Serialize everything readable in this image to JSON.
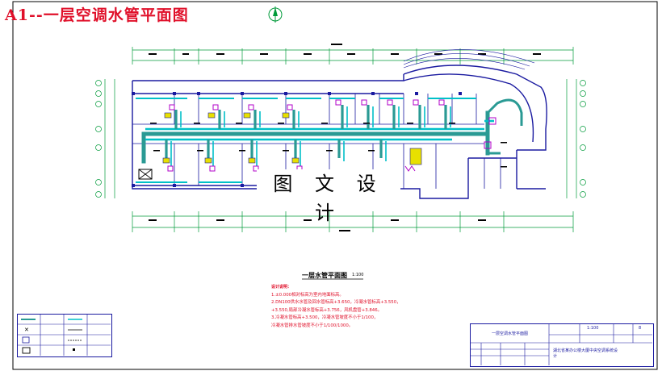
{
  "sheet": {
    "title": "A1--一层空调水管平面图",
    "watermark": "图 文 设 计"
  },
  "plan": {
    "caption": "一层水管平面图",
    "scale": "1:100"
  },
  "notes": {
    "heading": "设计说明：",
    "lines": [
      "1.±0.000相对标高为室内地面标高。",
      "2.DN100供水水管及回水管标高+3.650，冷凝水管标高+3.550，",
      "+3.550,局部冷凝水管标高+3.756，风机盘管+3.846。",
      "3.冷凝水管标高+3.500，冷凝水管坡度不小于1/100，",
      "冷凝水管排水管坡度不小于1/100/1000。"
    ]
  },
  "title_block": {
    "drawing_name": "一层空调水管平面图",
    "scale": "1:100",
    "sheet_no": "8",
    "project": "湖北省某办公楼大厦中央空调系统设计"
  },
  "colors": {
    "sheet_red": "#e0102a",
    "wall_blue": "#1a1aa0",
    "pipe_cyan": "#00c0c8",
    "pipe_teal": "#2a9a94",
    "dim_green": "#009a3a",
    "unit_purple": "#b000c8",
    "unit_yellow": "#e8e000",
    "frame_black": "#000000"
  },
  "icons": {
    "north_arrow": "north-arrow-icon",
    "fan_coil": "fan-coil-unit-icon",
    "ahu": "air-handling-unit-icon"
  }
}
